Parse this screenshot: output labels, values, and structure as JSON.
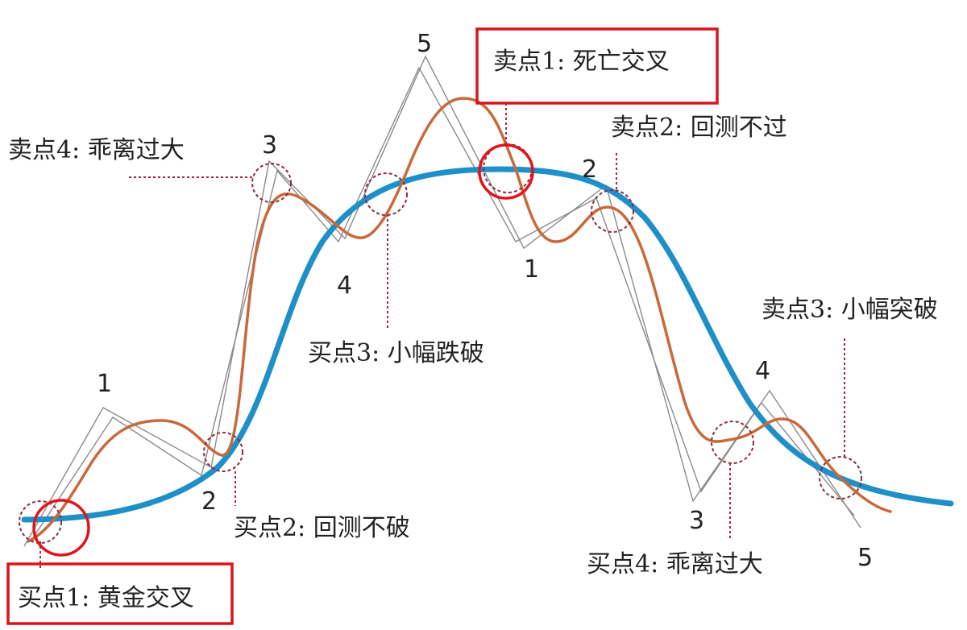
{
  "labels": {
    "buy1": "买点1: 黄金交叉",
    "buy2": "买点2: 回测不破",
    "buy3": "买点3: 小幅跌破",
    "buy4_sell": "卖点4: 乖离过大",
    "sell1": "卖点1: 死亡交叉",
    "sell2": "卖点2: 回测不过",
    "sell3": "卖点3: 小幅突破",
    "buy4": "买点4: 乖离过大"
  },
  "wave_numbers": {
    "up_1": "1",
    "up_2": "2",
    "up_3": "3",
    "up_4": "4",
    "up_5": "5",
    "down_1": "1",
    "down_2": "2",
    "down_3": "3",
    "down_4": "4",
    "down_5": "5"
  },
  "colors": {
    "long_ma": "#1f8fc8",
    "short_ma": "#c8693a",
    "highlight_red": "#e0141c",
    "marker": "#8b2a3c"
  }
}
